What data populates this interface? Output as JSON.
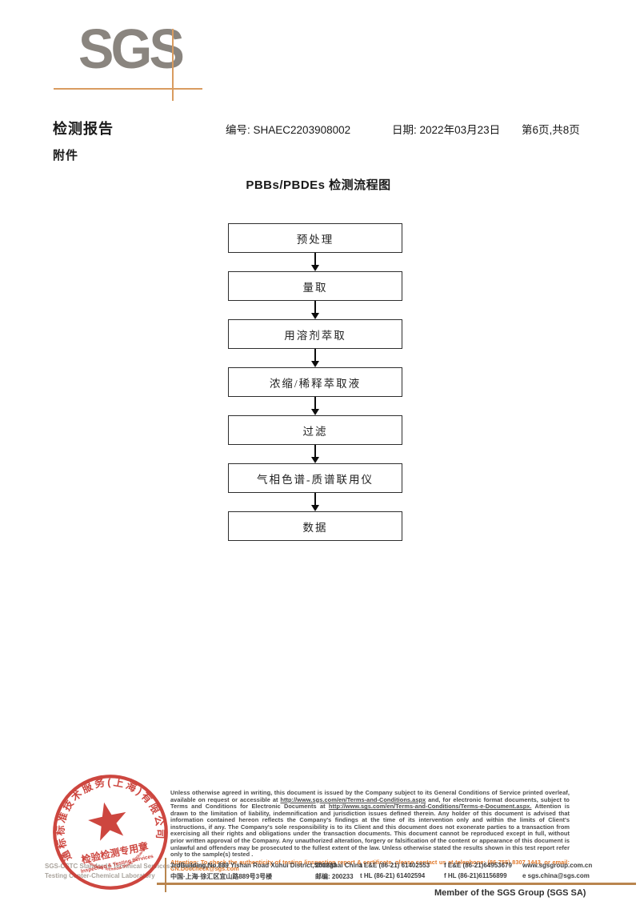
{
  "colors": {
    "accent_tan": "#d99c60",
    "footer_rule": "#b9854e",
    "stamp_red": "#c8322b",
    "attention_orange": "#e0782a",
    "logo_gray": "#8a857f"
  },
  "logo": {
    "text": "SGS"
  },
  "header": {
    "report_title": "检测报告",
    "no_label": "编号:",
    "no_value": "SHAEC2203908002",
    "date_label": "日期:",
    "date_value": "2022年03月23日",
    "page_info": "第6页,共8页",
    "attachment": "附件"
  },
  "flowchart": {
    "title": "PBBs/PBDEs 检测流程图",
    "steps": [
      "预处理",
      "量取",
      "用溶剂萃取",
      "浓缩/稀释萃取液",
      "过滤",
      "气相色谱-质谱联用仪",
      "数据"
    ]
  },
  "stamp": {
    "ring_text": "通标标准技术服务(上海)有限公司",
    "line1": "检验检测专用章",
    "line2": "Inspection & Testing Services",
    "bottom_text": "SGS-CSTC Standards Technical Services(Shanghai)Co.,Ltd."
  },
  "footer": {
    "company_line1": "SGS-CSTC Standards Technical Services (Shanghai) Co.,Ltd.",
    "company_line2": "Testing Center-Chemical Laboratory",
    "legal_segments": [
      {
        "t": "Unless otherwise agreed in writing, this document is issued by the Company subject to its General Conditions of Service printed overleaf, available on request or accessible at "
      },
      {
        "t": "http://www.sgs.com/en/Terms-and-Conditions.aspx",
        "u": true
      },
      {
        "t": " and, for electronic format documents, subject to Terms and Conditions for Electronic Documents at "
      },
      {
        "t": "http://www.sgs.com/en/Terms-and-Conditions/Terms-e-Document.aspx.",
        "u": true
      },
      {
        "t": " Attention is drawn to the limitation of liability, indemnification and jurisdiction issues defined therein. Any holder of this document is advised that information contained hereon reflects the Company's findings at the time of its intervention only and within the limits of Client's instructions, if any. The Company's sole responsibility is to its Client and this document does not exonerate parties to a transaction from exercising all their rights and obligations under the transaction documents. This document cannot be reproduced except in full, without prior written approval of the Company. Any unauthorized alteration, forgery or falsification of the content or appearance of this document is unlawful and offenders may be prosecuted to the fullest extent of the law. Unless otherwise stated the results shown in this test report refer only to the sample(s) tested ."
      }
    ],
    "attention": "Attention: To check the authenticity of testing /inspection report & certificate, please contact us at telephone: (86-755) 8307 1443, or email: CN.Doccheck@sgs.com",
    "address_en": "3rdBuilding,No.889 Yishan Road Xuhui District,Shanghai China",
    "postal_en": "200233",
    "address_cn": "中国·上海·徐汇区宜山路889号3号楼",
    "postal_cn": "邮编: 200233",
    "tel1": "t E&E (86-21) 61402553",
    "fax1": "f E&E (86-21)64953679",
    "web": "www.sgsgroup.com.cn",
    "tel2": "t HL (86-21) 61402594",
    "fax2": "f HL (86-21)61156899",
    "email": "e  sgs.china@sgs.com",
    "member": "Member of the SGS Group (SGS SA)"
  }
}
